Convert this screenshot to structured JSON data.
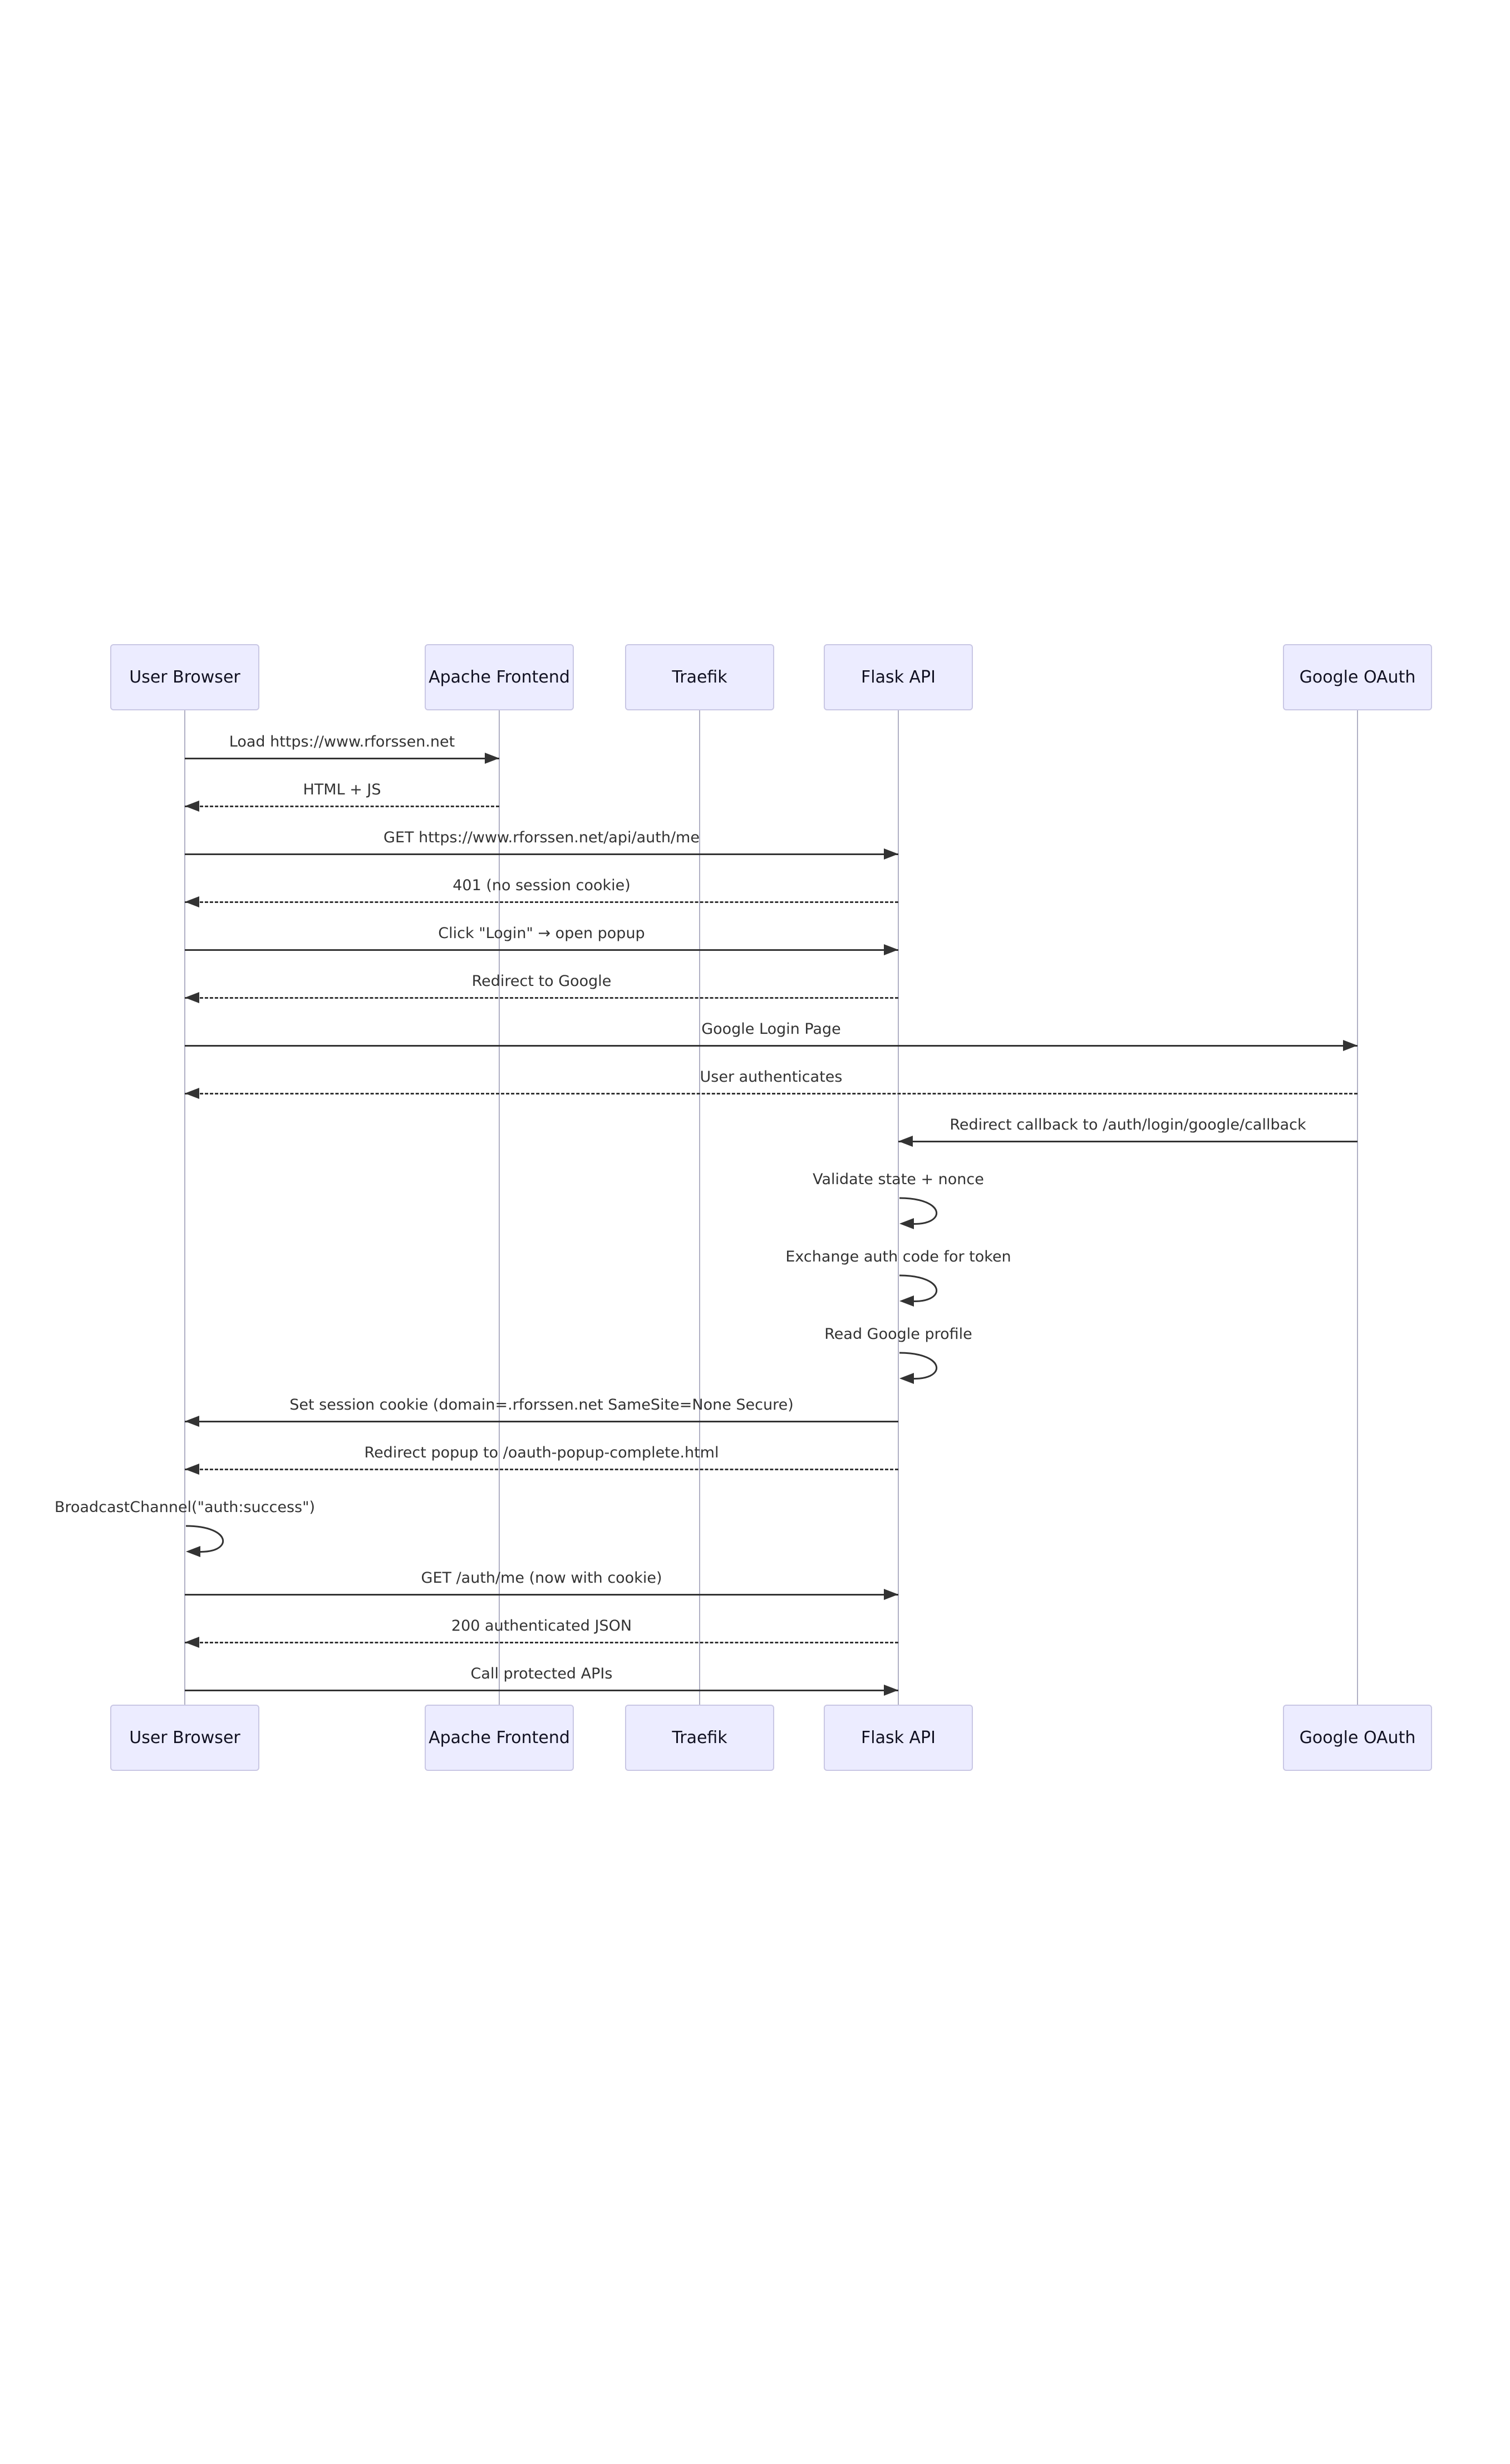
{
  "diagram": {
    "type": "sequence-diagram",
    "participants": [
      {
        "name": "User Browser"
      },
      {
        "name": "Apache Frontend"
      },
      {
        "name": "Traefik"
      },
      {
        "name": "Flask API"
      },
      {
        "name": "Google OAuth"
      }
    ],
    "messages": [
      {
        "from": 0,
        "to": 1,
        "style": "solid",
        "label": "Load https://www.rforssen.net"
      },
      {
        "from": 1,
        "to": 0,
        "style": "dotted",
        "label": "HTML + JS"
      },
      {
        "from": 0,
        "to": 3,
        "style": "solid",
        "label": "GET https://www.rforssen.net/api/auth/me"
      },
      {
        "from": 3,
        "to": 0,
        "style": "dotted",
        "label": "401 (no session cookie)"
      },
      {
        "from": 0,
        "to": 3,
        "style": "solid",
        "label": "Click \"Login\" → open popup"
      },
      {
        "from": 3,
        "to": 0,
        "style": "dotted",
        "label": "Redirect to Google"
      },
      {
        "from": 0,
        "to": 4,
        "style": "solid",
        "label": "Google Login Page"
      },
      {
        "from": 4,
        "to": 0,
        "style": "dotted",
        "label": "User authenticates"
      },
      {
        "from": 4,
        "to": 3,
        "style": "solid",
        "label": "Redirect callback to /auth/login/google/callback"
      },
      {
        "from": 3,
        "to": 3,
        "style": "self",
        "label": "Validate state + nonce"
      },
      {
        "from": 3,
        "to": 3,
        "style": "self",
        "label": "Exchange auth code for token"
      },
      {
        "from": 3,
        "to": 3,
        "style": "self",
        "label": "Read Google profile"
      },
      {
        "from": 3,
        "to": 0,
        "style": "solid",
        "label": "Set session cookie (domain=.rforssen.net SameSite=None Secure)"
      },
      {
        "from": 3,
        "to": 0,
        "style": "dotted",
        "label": "Redirect popup to /oauth-popup-complete.html"
      },
      {
        "from": 0,
        "to": 0,
        "style": "self",
        "label": "BroadcastChannel(\"auth:success\")"
      },
      {
        "from": 0,
        "to": 3,
        "style": "solid",
        "label": "GET /auth/me (now with cookie)"
      },
      {
        "from": 3,
        "to": 0,
        "style": "dotted",
        "label": "200 authenticated JSON"
      },
      {
        "from": 0,
        "to": 3,
        "style": "solid",
        "label": "Call protected APIs"
      }
    ],
    "colors": {
      "actor_fill": "#ECECFF",
      "actor_border": "#C9C7E4",
      "lifeline": "#B0B0C4",
      "arrow": "#333333",
      "text": "#333333"
    }
  }
}
